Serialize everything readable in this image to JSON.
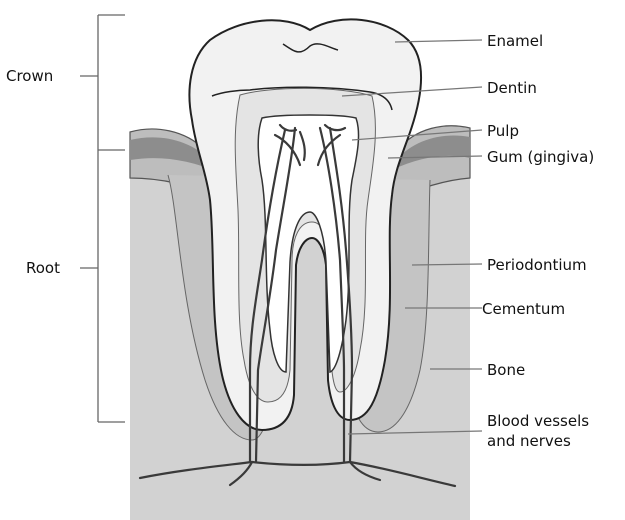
{
  "diagram": {
    "regions": {
      "crown": "Crown",
      "root": "Root"
    },
    "labels": {
      "enamel": "Enamel",
      "dentin": "Dentin",
      "pulp": "Pulp",
      "gum": "Gum (gingiva)",
      "periodontium": "Periodontium",
      "cementum": "Cementum",
      "bone": "Bone",
      "vessels_line1": "Blood vessels",
      "vessels_line2": "and nerves"
    }
  }
}
